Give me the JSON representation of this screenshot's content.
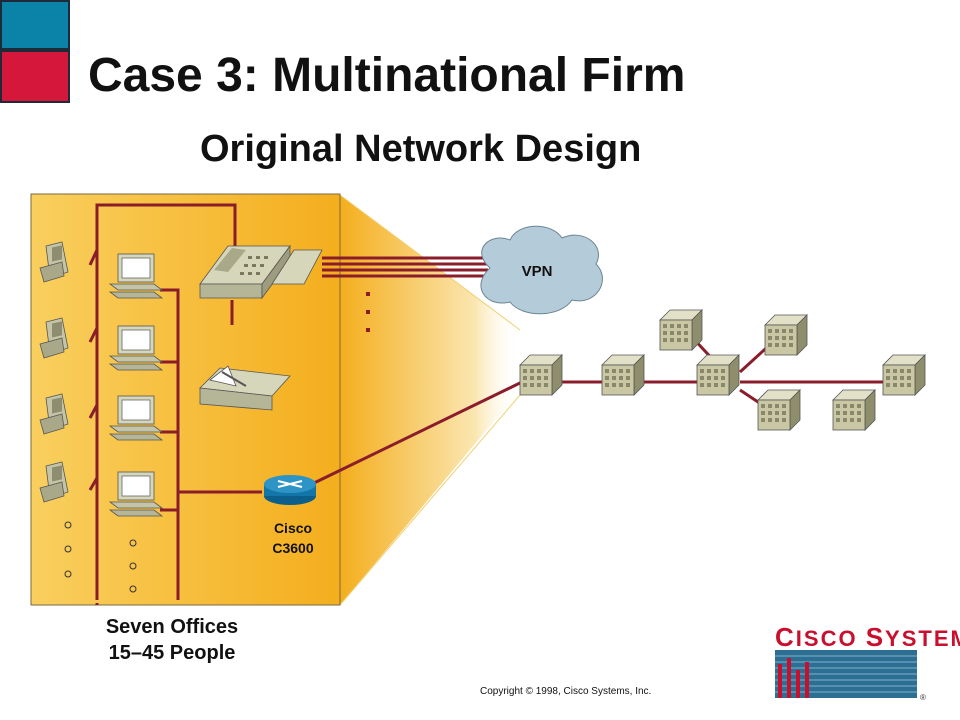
{
  "title": "Case 3: Multinational Firm",
  "subtitle": "Original Network Design",
  "vpn_label": "VPN",
  "router": {
    "line1": "Cisco",
    "line2": "C3600"
  },
  "office_caption": {
    "line1": "Seven Offices",
    "line2": "15–45 People"
  },
  "copyright": "Copyright © 1998, Cisco Systems, Inc.",
  "logo": {
    "first_initial": "C",
    "first_rest": "ISCO",
    "second_initial": "S",
    "second_rest": "YSTEMS"
  },
  "colors": {
    "accent_blue": "#0b83a9",
    "accent_red": "#d4173b",
    "office_fill": "#f7b52c",
    "link": "#8a1c2b",
    "cloud": "#b4cbd9",
    "building": "#c8c7a5"
  },
  "icons": [
    "telephone-icon",
    "workstation-icon",
    "pbx-phone-icon",
    "fax-icon",
    "router-icon",
    "cloud-icon",
    "building-icon"
  ]
}
